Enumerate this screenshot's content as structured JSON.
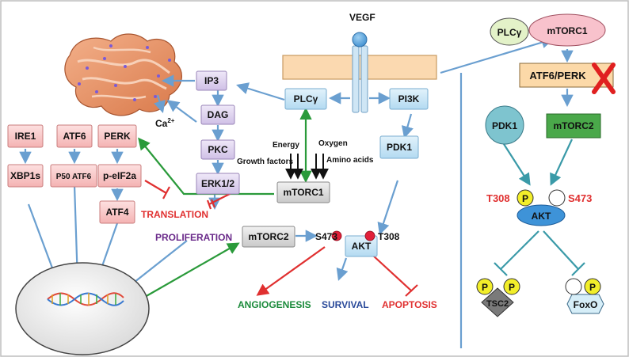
{
  "left_panel": {
    "vegf": "VEGF",
    "ca": "Ca",
    "ca_sup": "2+",
    "nodes": {
      "ip3": "IP3",
      "dag": "DAG",
      "pkc": "PKC",
      "erk": "ERK1/2",
      "plc": "PLCγ",
      "pi3k": "PI3K",
      "pdk1": "PDK1",
      "mtorc1": "mTORC1",
      "mtorc2": "mTORC2",
      "akt": "AKT",
      "ire1": "IRE1",
      "atf6": "ATF6",
      "perk": "PERK",
      "xbp1s": "XBP1s",
      "p50atf6": "P50 ATF6",
      "peif2a": "p-eIF2a",
      "atf4": "ATF4"
    },
    "inputs": {
      "energy": "Energy",
      "oxygen": "Oxygen",
      "growth_factors": "Growth factors",
      "amino_acids": "Amino acids"
    },
    "sites": {
      "s473": "S473",
      "t308": "T308"
    },
    "outcomes": {
      "translation": "TRANSLATION",
      "proliferation": "PROLIFERATION",
      "angiogenesis": "ANGIOGENESIS",
      "survival": "SURVIVAL",
      "apoptosis": "APOPTOSIS"
    }
  },
  "right_panel": {
    "plc": "PLCγ",
    "mtorc1": "mTORC1",
    "atf6_perk": "ATF6/PERK",
    "pdk1": "PDK1",
    "mtorc2": "mTORC2",
    "t308": "T308",
    "s473": "S473",
    "p": "P",
    "akt": "AKT",
    "tsc2": "TSC2",
    "foxo": "FoxO"
  },
  "colors": {
    "blue_arrow": "#6a9fd0",
    "green_arrow": "#2a9a3a",
    "red": "#e03030",
    "teal_arrow": "#3a9aa8",
    "purple_text": "#6a2a8a",
    "green_text": "#1a8a3a",
    "blue_text": "#2a4a9a",
    "pink_box": "#f7c7c7",
    "purple_box": "#ddd0ee",
    "blue_box": "#c9e6f6",
    "gray_box": "#dcdcdc",
    "membrane": "#fbd9b0",
    "orange_box": "#fcd9a8",
    "green_box": "#4aa84a",
    "yellow_p": "#f2ee2a"
  }
}
